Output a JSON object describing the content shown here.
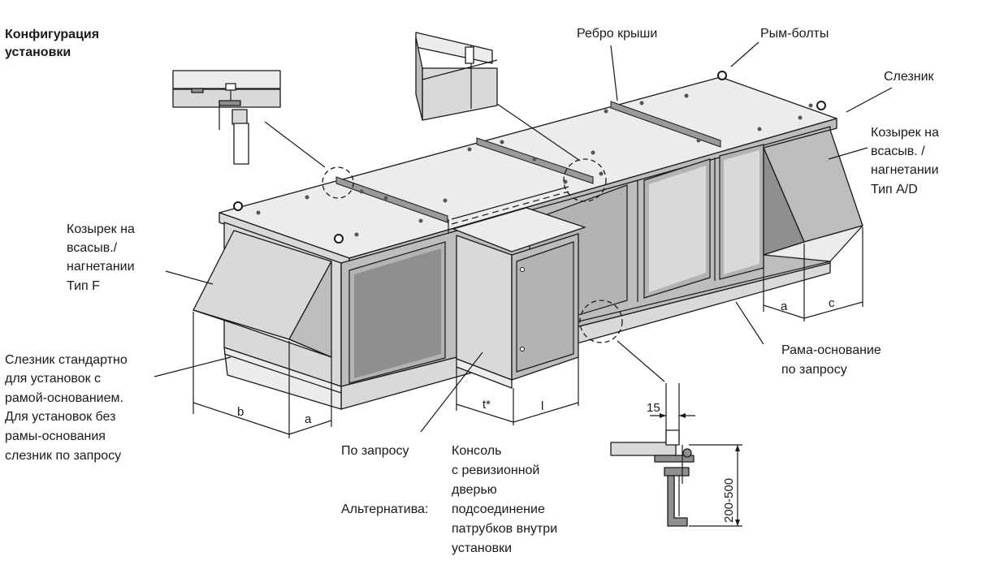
{
  "diagram": {
    "title_lines": [
      "Конфигурация",
      "установки"
    ],
    "labels": {
      "roof_rib": "Ребро крыши",
      "eye_bolts": "Рым-болты",
      "drip_edge": "Слезник",
      "hood_ad_lines": [
        "Козырек на",
        "всасыв. /",
        "нагнетании",
        "Тип A/D"
      ],
      "hood_f_lines": [
        "Козырек на",
        "всасыв./",
        "нагнетании",
        "Тип F"
      ],
      "drip_std_lines": [
        "Слезник стандартно",
        "для установок с",
        "рамой-основанием.",
        "Для установок без",
        "рамы-основания",
        "слезник по запросу"
      ],
      "base_frame_lines": [
        "Рама-основание",
        "по запросу"
      ],
      "on_request": "По запросу",
      "console_lines": [
        "Консоль",
        "с ревизионной",
        "дверью"
      ],
      "alternative_prefix": "Альтернатива:",
      "alternative_lines": [
        "подсоединение",
        "патрубков внутри",
        "установки"
      ]
    },
    "dimensions": {
      "a_left": "a",
      "b": "b",
      "t": "t*",
      "l": "l",
      "a_right": "a",
      "c": "c",
      "gap_15": "15",
      "height_range": "200-500"
    }
  }
}
